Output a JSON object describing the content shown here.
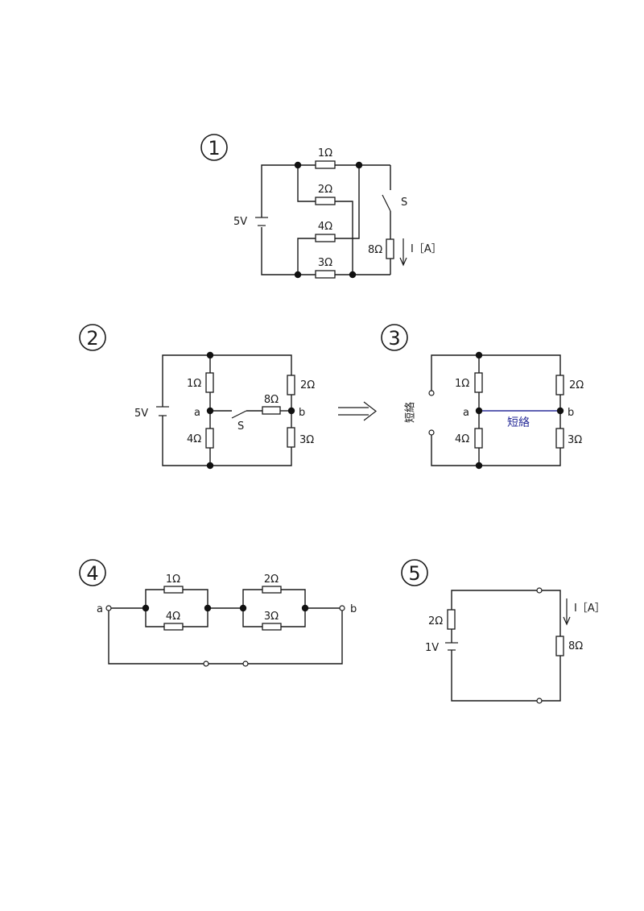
{
  "colors": {
    "ink": "#1a1a1a",
    "short_circuit": "#2b2f9a",
    "background": "#ffffff"
  },
  "figures": {
    "f1": {
      "number": "1",
      "source": "5V",
      "r1": "1Ω",
      "r2": "2Ω",
      "r4": "4Ω",
      "r3": "3Ω",
      "r8": "8Ω",
      "switch": "S",
      "current": "I［A］"
    },
    "f2": {
      "number": "2",
      "source": "5V",
      "r1": "1Ω",
      "r2": "2Ω",
      "r4": "4Ω",
      "r3": "3Ω",
      "r8": "8Ω",
      "node_a": "a",
      "node_b": "b",
      "switch": "S"
    },
    "f3": {
      "number": "3",
      "r1": "1Ω",
      "r2": "2Ω",
      "r4": "4Ω",
      "r3": "3Ω",
      "node_a": "a",
      "node_b": "b",
      "short_left": "短絡",
      "short_mid": "短絡"
    },
    "f4": {
      "number": "4",
      "r1": "1Ω",
      "r4": "4Ω",
      "r2": "2Ω",
      "r3": "3Ω",
      "node_a": "a",
      "node_b": "b"
    },
    "f5": {
      "number": "5",
      "r2": "2Ω",
      "source": "1V",
      "r8": "8Ω",
      "current": "I［A］"
    },
    "arrow_icon": "double-right-arrow-icon"
  }
}
